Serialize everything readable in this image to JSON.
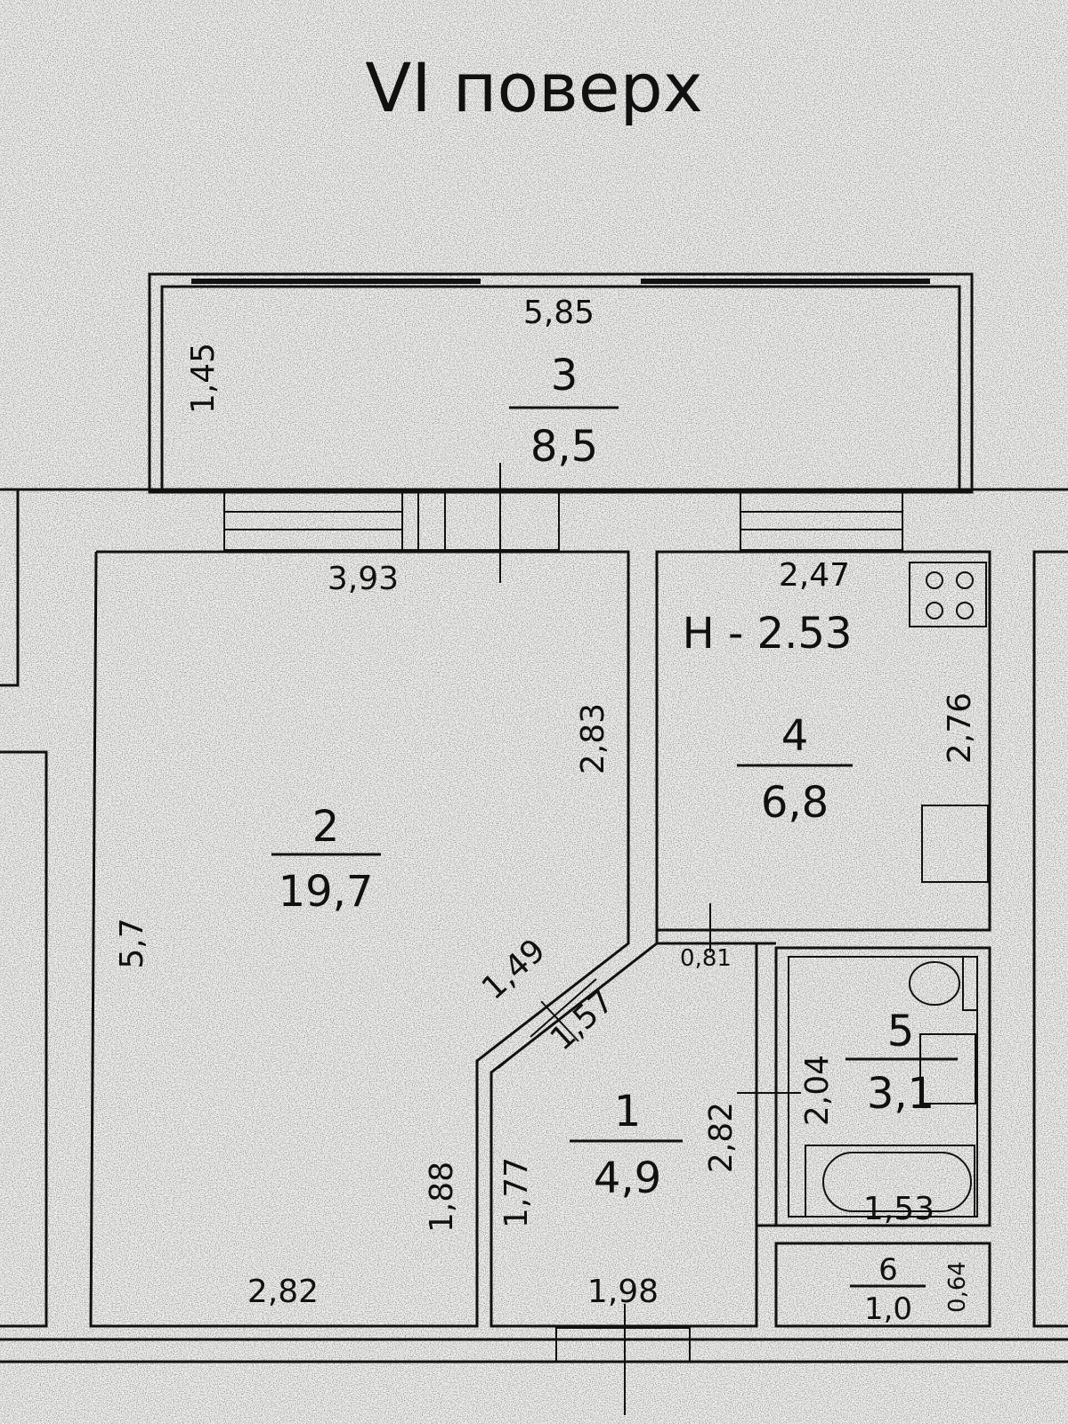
{
  "title": "VI поверх",
  "ceiling_height": "H - 2.53",
  "rooms": [
    {
      "id": "1",
      "area": "4,9"
    },
    {
      "id": "2",
      "area": "19,7"
    },
    {
      "id": "3",
      "area": "8,5"
    },
    {
      "id": "4",
      "area": "6,8"
    },
    {
      "id": "5",
      "area": "3,1"
    },
    {
      "id": "6",
      "area": "1,0"
    }
  ],
  "dimensions": {
    "balcony_width": "5,85",
    "balcony_depth": "1,45",
    "room2_top": "3,93",
    "room2_left": "5,7",
    "room2_right_upper": "2,83",
    "room2_bottom": "2,82",
    "room2_right_lower": "1,88",
    "diag_outer": "1,49",
    "diag_inner": "1,57",
    "kitchen_top": "2,47",
    "kitchen_right": "2,76",
    "hall_door": "0,81",
    "hall_left": "1,77",
    "hall_right": "2,82",
    "hall_bottom": "1,98",
    "bath_height": "2,04",
    "bath_tub": "1,53",
    "wc_height": "0,64"
  }
}
